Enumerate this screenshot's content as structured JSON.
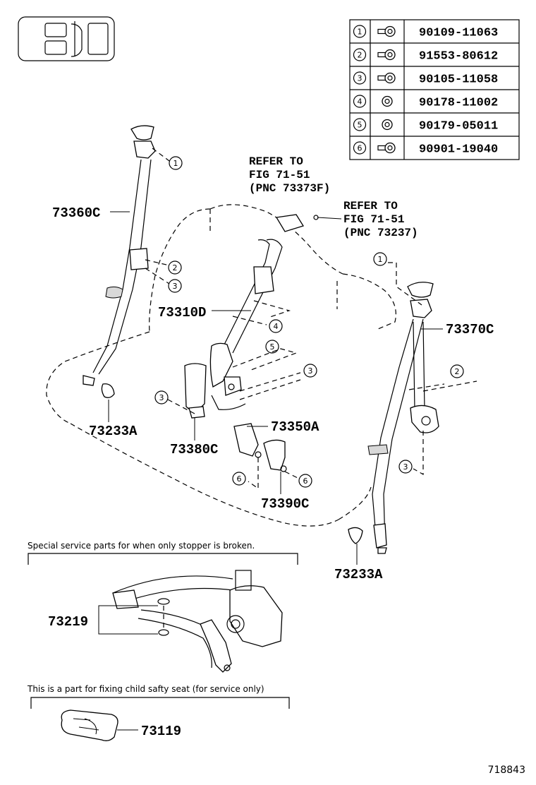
{
  "fastener_table": [
    {
      "num": "1",
      "part": "90109-11063",
      "icon": "bolt-icon"
    },
    {
      "num": "2",
      "part": "91553-80612",
      "icon": "bolt-icon"
    },
    {
      "num": "3",
      "part": "90105-11058",
      "icon": "bolt-icon"
    },
    {
      "num": "4",
      "part": "90178-11002",
      "icon": "nut-icon"
    },
    {
      "num": "5",
      "part": "90179-05011",
      "icon": "nut-icon"
    },
    {
      "num": "6",
      "part": "90901-19040",
      "icon": "bolt-icon"
    }
  ],
  "parts": {
    "p73360C": "73360C",
    "p73310D": "73310D",
    "p73370C": "73370C",
    "p73233A_left": "73233A",
    "p73233A_right": "73233A",
    "p73380C": "73380C",
    "p73350A": "73350A",
    "p73390C": "73390C",
    "p73219": "73219",
    "p73119": "73119"
  },
  "refers": {
    "refer1_line1": "REFER TO",
    "refer1_line2": "FIG 71-51",
    "refer1_line3": "(PNC 73373F)",
    "refer2_line1": "REFER TO",
    "refer2_line2": "FIG 71-51",
    "refer2_line3": "(PNC 73237)"
  },
  "callouts": {
    "c1a": "1",
    "c1b": "1",
    "c2a": "2",
    "c2b": "2",
    "c3a": "3",
    "c3b": "3",
    "c3c": "3",
    "c3d": "3",
    "c4": "4",
    "c5": "5",
    "c6a": "6",
    "c6b": "6"
  },
  "notes": {
    "stopper": "Special service parts for when only stopper is broken.",
    "child_seat": "This is a part for fixing child safty seat (for service only)"
  },
  "figure_number": "718843"
}
